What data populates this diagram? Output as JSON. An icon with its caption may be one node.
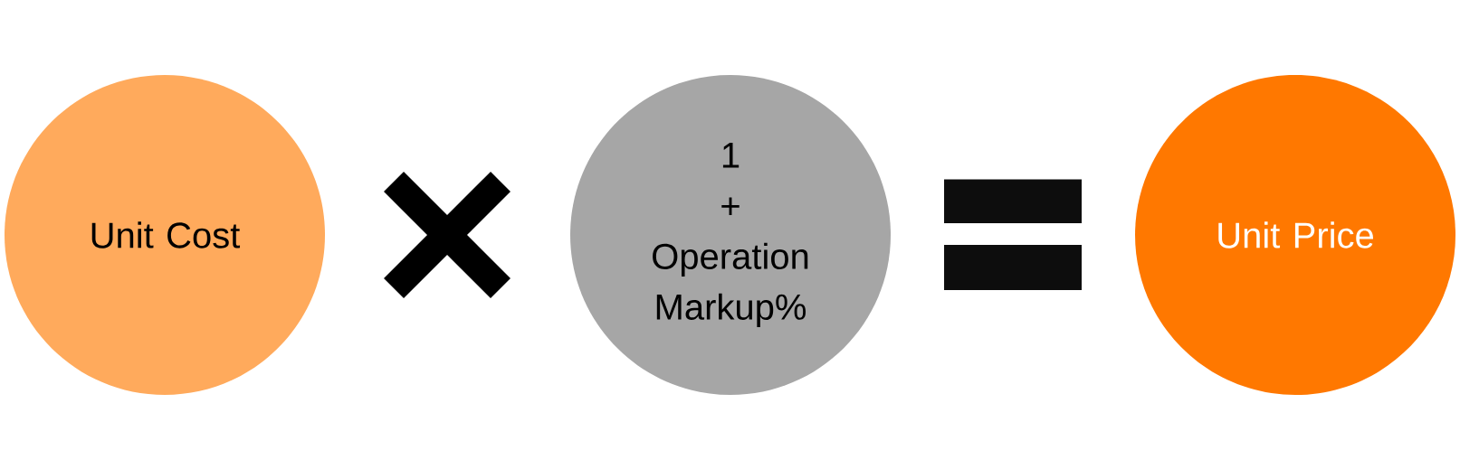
{
  "diagram": {
    "nodes": [
      {
        "text": [
          "Unit Cost"
        ]
      },
      {
        "text": [],
        "shape": "cross"
      },
      {
        "text": [
          "1",
          "+",
          "Operation Markup%"
        ]
      },
      {
        "text": [],
        "shape": "equals"
      },
      {
        "text": [
          "Unit Price"
        ]
      }
    ]
  }
}
